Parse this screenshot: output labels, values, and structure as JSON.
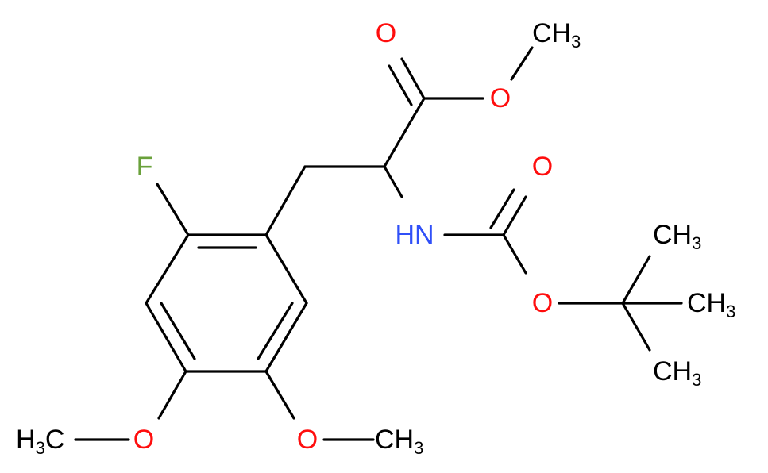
{
  "colors": {
    "bond": "#000000",
    "carbon": "#000000",
    "oxygen": "#ff0d0d",
    "nitrogen": "#3050f8",
    "fluorine": "#6aa13b"
  },
  "atoms": {
    "o_carbonyl_ester": {
      "text": "O",
      "element": "oxygen"
    },
    "o_ester": {
      "text": "O",
      "element": "oxygen"
    },
    "ch3_ester": {
      "main": "CH",
      "sub": "3",
      "element": "carbon"
    },
    "fluorine": {
      "text": "F",
      "element": "fluorine"
    },
    "nh": {
      "text": "HN",
      "element": "nitrogen"
    },
    "o_carbonyl_boc": {
      "text": "O",
      "element": "oxygen"
    },
    "o_boc": {
      "text": "O",
      "element": "oxygen"
    },
    "ch3_tbu_top": {
      "main": "CH",
      "sub": "3",
      "element": "carbon"
    },
    "ch3_tbu_right": {
      "main": "CH",
      "sub": "3",
      "element": "carbon"
    },
    "ch3_tbu_bottom": {
      "main": "CH",
      "sub": "3",
      "element": "carbon"
    },
    "o_methoxy_left": {
      "text": "O",
      "element": "oxygen"
    },
    "h3c_methoxy_left": {
      "main": "H",
      "sub": "3",
      "tail": "C",
      "element": "carbon"
    },
    "o_methoxy_right": {
      "text": "O",
      "element": "oxygen"
    },
    "ch3_methoxy_right": {
      "main": "CH",
      "sub": "3",
      "element": "carbon"
    }
  }
}
